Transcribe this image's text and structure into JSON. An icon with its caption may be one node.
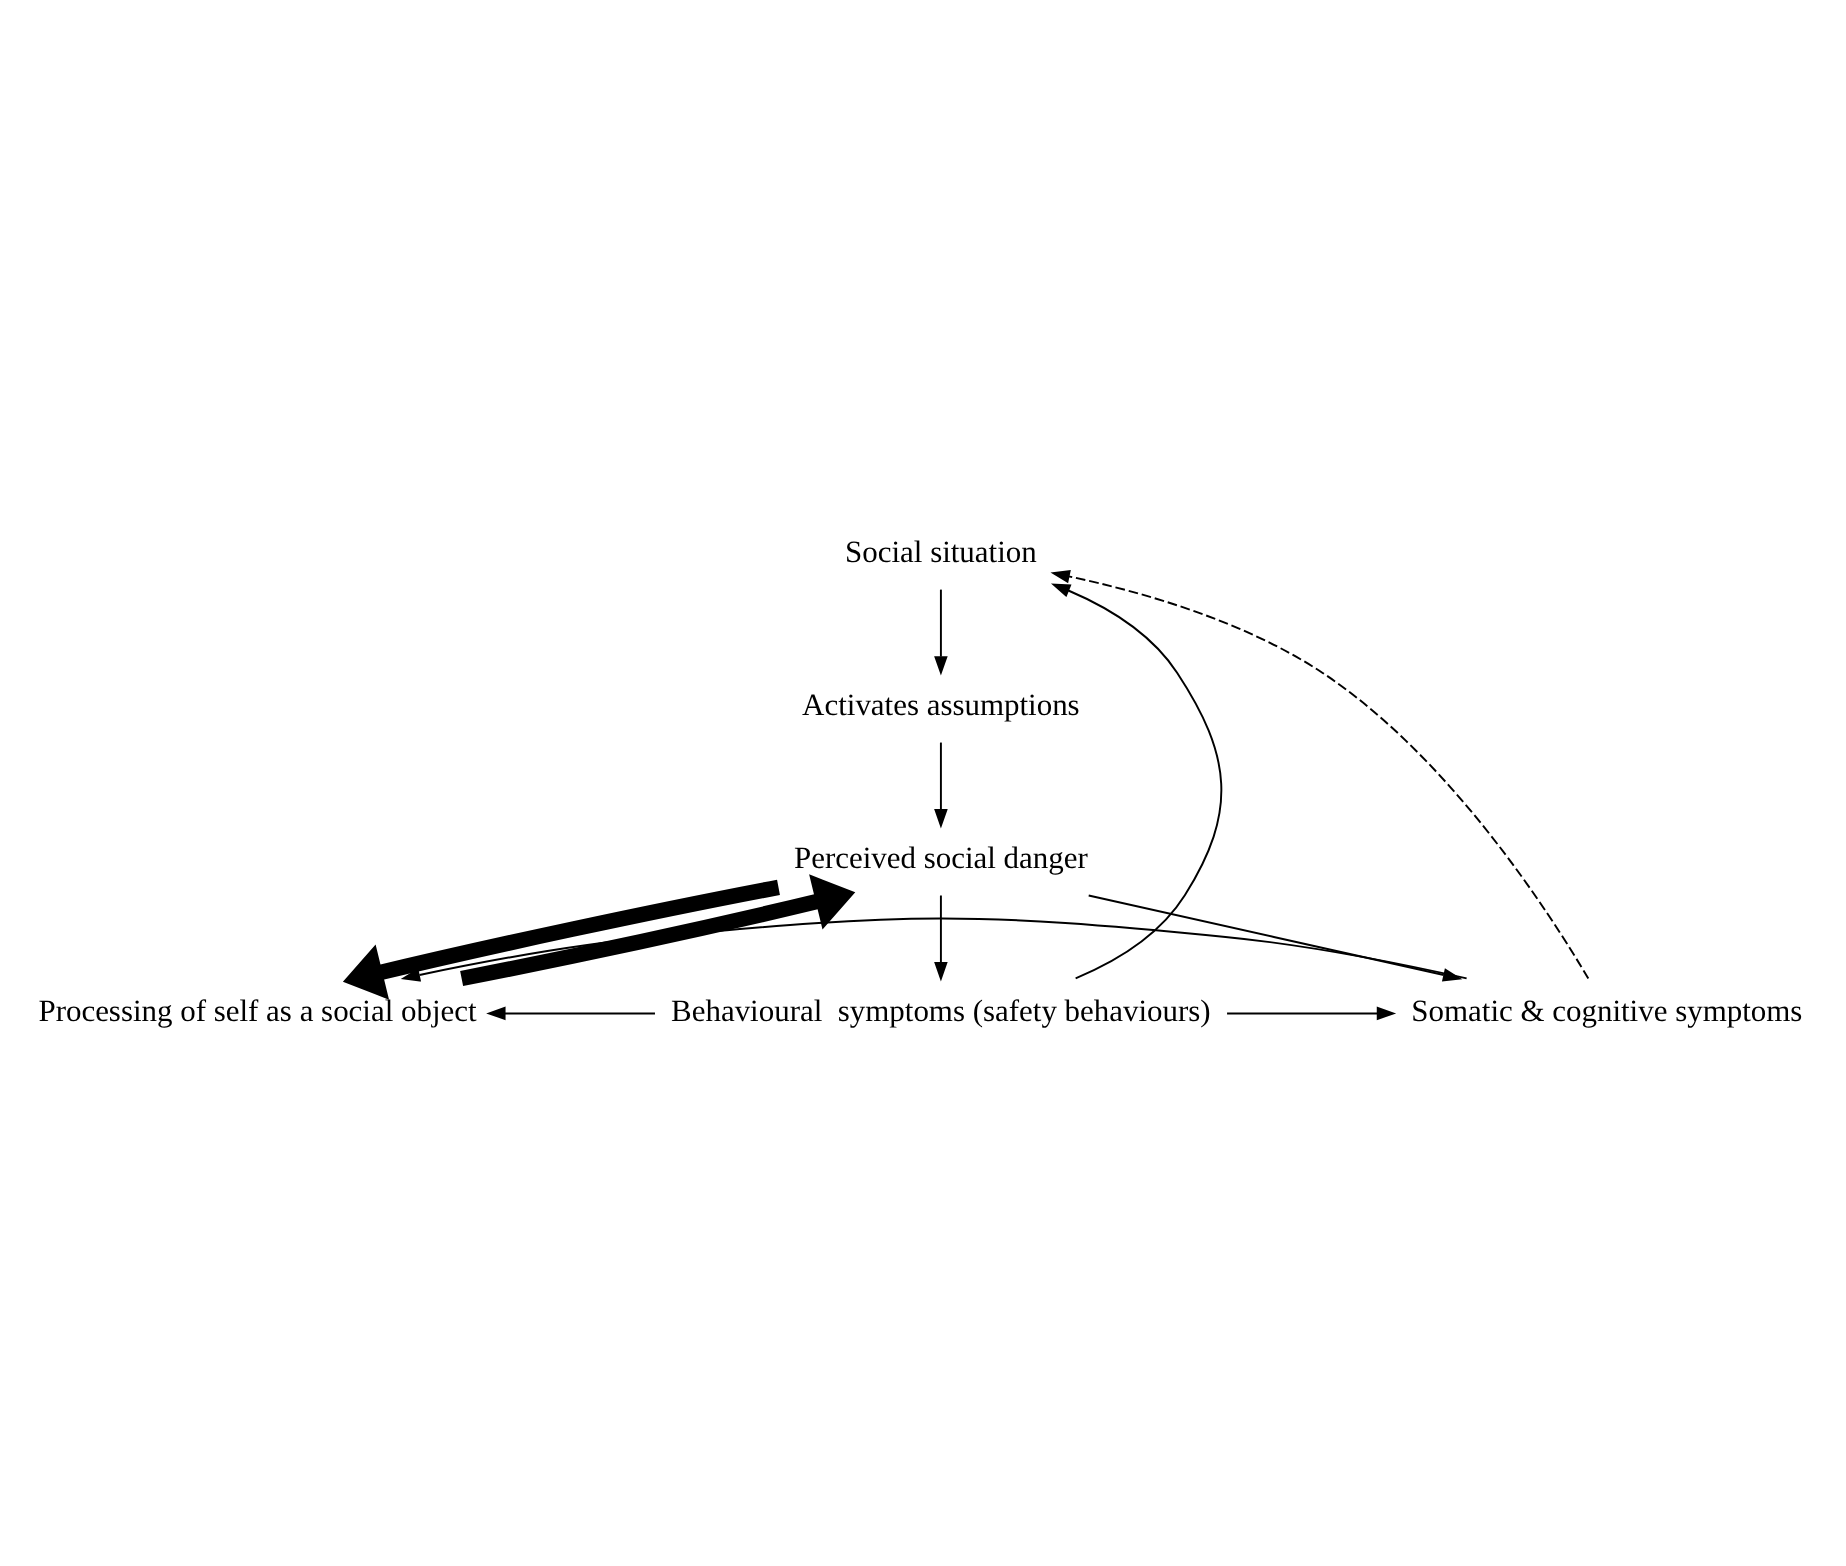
{
  "diagram": {
    "nodes": [
      {
        "text": [
          "Social situation"
        ]
      },
      {
        "text": [
          "Activates assumptions"
        ]
      },
      {
        "text": [
          "Perceived social danger"
        ]
      },
      {
        "text": [
          "Processing of self as a social object"
        ]
      },
      {
        "text": [
          "Behavioural  symptoms (safety behaviours)"
        ]
      },
      {
        "text": [
          "Somatic & cognitive symptoms"
        ]
      }
    ],
    "edges": [
      {
        "from": 0,
        "to": 1,
        "arrow": "to"
      },
      {
        "from": 1,
        "to": 2,
        "arrow": "to"
      },
      {
        "from": 2,
        "to": 3,
        "arrow": "to",
        "style": "thick"
      },
      {
        "from": 3,
        "to": 2,
        "arrow": "to",
        "style": "thick"
      },
      {
        "from": 2,
        "to": 4,
        "arrow": "to"
      },
      {
        "from": 4,
        "to": 3,
        "arrow": "to"
      },
      {
        "from": 2,
        "to": 5,
        "arrow": "to"
      },
      {
        "from": 5,
        "to": 3,
        "arrow": "to"
      },
      {
        "from": 4,
        "to": 0,
        "arrow": "to"
      },
      {
        "from": 5,
        "to": 0,
        "arrow": "to",
        "style": "dashed"
      },
      {
        "from": 4,
        "to": 5,
        "arrow": "to"
      }
    ]
  }
}
